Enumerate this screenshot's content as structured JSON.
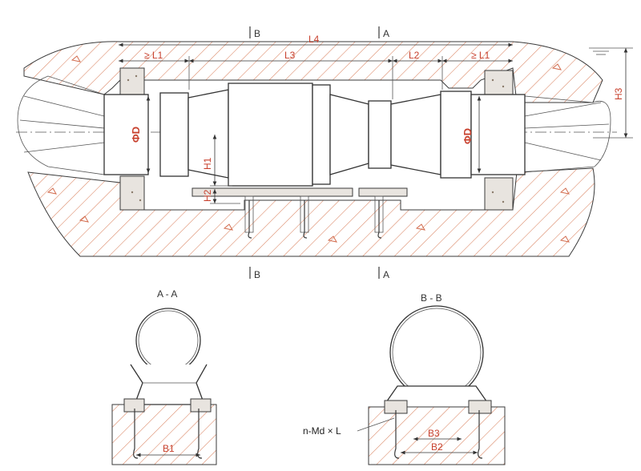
{
  "diagram": {
    "section_markers": {
      "b_top": "B",
      "a_top": "A",
      "b_bottom": "B",
      "a_bottom": "A"
    },
    "dimensions": {
      "l4": "L4",
      "l1_left": "≥ L1",
      "l3": "L3",
      "l2": "L2",
      "l1_right": "≥ L1",
      "h1": "H1",
      "h2": "H2",
      "h3": "H3",
      "dia_left": "ΦD",
      "dia_right": "ΦD"
    },
    "views": {
      "aa_title": "A - A",
      "bb_title": "B - B",
      "b1": "B1",
      "b2": "B2",
      "b3": "B3",
      "bolt_label": "n-Md × L"
    },
    "colors": {
      "annotation": "#c8412e",
      "line": "#3a3a3a",
      "hatch": "#d9825f"
    }
  }
}
